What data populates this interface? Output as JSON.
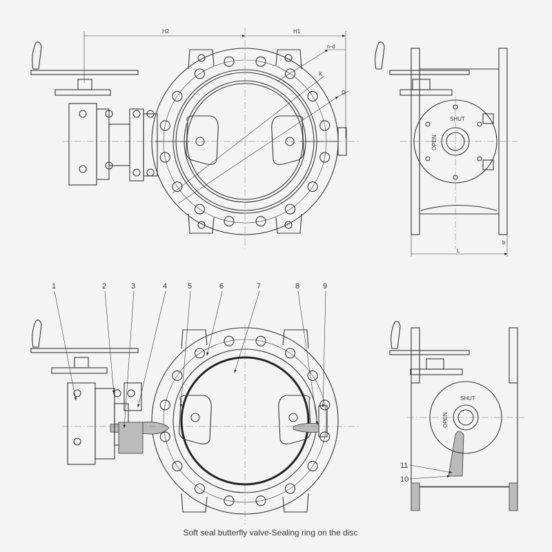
{
  "caption": "Soft seal butterfly valve-Sealing ring on the disc",
  "dimensions": {
    "h2": "H2",
    "h1": "H1",
    "nd": "n-d",
    "k": "K",
    "d": "D",
    "l": "L",
    "b": "b"
  },
  "gear_marks": {
    "shut": "SHUT",
    "open": "OPEN"
  },
  "part_numbers": [
    "1",
    "2",
    "3",
    "4",
    "5",
    "6",
    "7",
    "8",
    "9",
    "10",
    "11"
  ]
}
